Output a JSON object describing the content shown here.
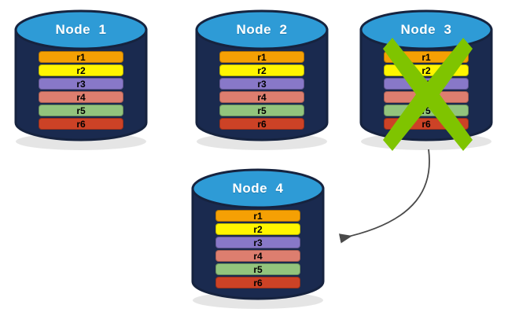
{
  "diagram": {
    "type": "distributed-node-replication-diagram",
    "background": "#ffffff",
    "colors": {
      "cylinder_top": "#2E9BD6",
      "cylinder_body": "#1A2A4F",
      "cylinder_outline": "#16233f",
      "title_text": "#ffffff",
      "record_text": "#000000",
      "x_mark": "#7FC400",
      "arrow": "#4a4a4a"
    },
    "record_colors": {
      "r1": "#F5A004",
      "r2": "#FFF500",
      "r3": "#8878C8",
      "r4": "#DD7E6F",
      "r5": "#92C47D",
      "r6": "#CC4226"
    },
    "nodes": [
      {
        "id": "node-1",
        "title": "Node  1",
        "failed": false,
        "records": [
          {
            "label": "r1",
            "color": "#F5A004"
          },
          {
            "label": "r2",
            "color": "#FFF500"
          },
          {
            "label": "r3",
            "color": "#8878C8"
          },
          {
            "label": "r4",
            "color": "#DD7E6F"
          },
          {
            "label": "r5",
            "color": "#92C47D"
          },
          {
            "label": "r6",
            "color": "#CC4226"
          }
        ]
      },
      {
        "id": "node-2",
        "title": "Node  2",
        "failed": false,
        "records": [
          {
            "label": "r1",
            "color": "#F5A004"
          },
          {
            "label": "r2",
            "color": "#FFF500"
          },
          {
            "label": "r3",
            "color": "#8878C8"
          },
          {
            "label": "r4",
            "color": "#DD7E6F"
          },
          {
            "label": "r5",
            "color": "#92C47D"
          },
          {
            "label": "r6",
            "color": "#CC4226"
          }
        ]
      },
      {
        "id": "node-3",
        "title": "Node  3",
        "failed": true,
        "records": [
          {
            "label": "r1",
            "color": "#F5A004"
          },
          {
            "label": "r2",
            "color": "#FFF500"
          },
          {
            "label": "r3",
            "color": "#8878C8"
          },
          {
            "label": "r4",
            "color": "#DD7E6F"
          },
          {
            "label": "r5",
            "color": "#92C47D"
          },
          {
            "label": "r6",
            "color": "#CC4226"
          }
        ]
      },
      {
        "id": "node-4",
        "title": "Node  4",
        "failed": false,
        "records": [
          {
            "label": "r1",
            "color": "#F5A004"
          },
          {
            "label": "r2",
            "color": "#FFF500"
          },
          {
            "label": "r3",
            "color": "#8878C8"
          },
          {
            "label": "r4",
            "color": "#DD7E6F"
          },
          {
            "label": "r5",
            "color": "#92C47D"
          },
          {
            "label": "r6",
            "color": "#CC4226"
          }
        ]
      }
    ],
    "annotations": {
      "failure_mark": "X",
      "arrow_from": "node-3",
      "arrow_to": "node-4"
    }
  }
}
